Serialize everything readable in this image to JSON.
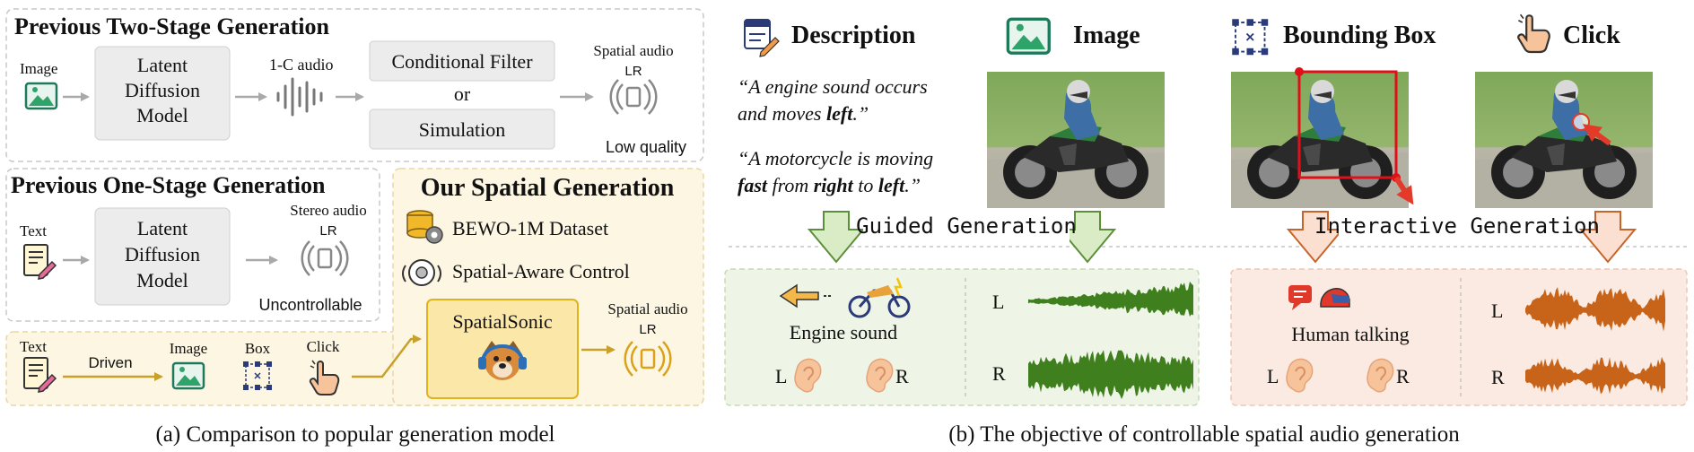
{
  "colors": {
    "gray_box_fill": "#ececec",
    "gray_box_stroke": "#cfcfcf",
    "dashed_gray": "#c8c8c8",
    "yellow_panel": "#fdf6e3",
    "yellow_box": "#fbe7a8",
    "yellow_stroke": "#e2b21a",
    "arrow_gold": "#c9a02a",
    "green": "#5c8f3a",
    "green_light": "#e9f2df",
    "green_wave": "#3f7f1e",
    "orange": "#c8642a",
    "orange_light": "#fbe6dc",
    "orange_wave": "#c8641a",
    "red_box": "#e0101a"
  },
  "left": {
    "two_stage": {
      "title": "Previous Two-Stage Generation",
      "input_label": "Image",
      "ldm_lines": [
        "Latent",
        "Diffusion",
        "Model"
      ],
      "audio_label": "1-C audio",
      "filter_label": "Conditional Filter",
      "or_label": "or",
      "simulation_label": "Simulation",
      "output_label": "Spatial audio",
      "quality_label": "Low quality"
    },
    "one_stage": {
      "title": "Previous One-Stage Generation",
      "input_label": "Text",
      "ldm_lines": [
        "Latent",
        "Diffusion",
        "Model"
      ],
      "output_label": "Stereo audio",
      "note": "Uncontrollable"
    },
    "ours": {
      "title": "Our Spatial Generation",
      "dataset_label": "BEWO-1M Dataset",
      "control_label": "Spatial-Aware Control",
      "text_label": "Text",
      "driven_label": "Driven",
      "image_label": "Image",
      "box_label": "Box",
      "click_label": "Click",
      "model_label": "SpatialSonic",
      "output_label": "Spatial audio"
    },
    "caption": "(a) Comparison to popular generation model"
  },
  "right": {
    "headers": {
      "description": "Description",
      "image": "Image",
      "bbox": "Bounding Box",
      "click": "Click"
    },
    "desc1_lines": [
      "“A engine sound occurs",
      "and moves ",
      "left",
      ".”"
    ],
    "desc2_lines": [
      "“A motorcycle is moving",
      "fast",
      " from ",
      "right",
      " to ",
      "left",
      ".”"
    ],
    "guided_label": "Guided Generation",
    "interactive_label": "Interactive Generation",
    "green_panel": {
      "sound_label": "Engine sound",
      "ear_left": "L",
      "ear_right": "R",
      "wave_left": "L",
      "wave_right": "R"
    },
    "orange_panel": {
      "sound_label": "Human talking",
      "ear_left": "L",
      "ear_right": "R",
      "wave_left": "L",
      "wave_right": "R"
    },
    "caption": "(b) The objective of controllable spatial audio generation"
  },
  "icons": {
    "image": "landscape-image-icon",
    "text": "text-document-icon",
    "box": "bounding-box-icon",
    "click": "pointing-hand-icon",
    "speaker": "spatial-speaker-icon",
    "waveform": "waveform-icon",
    "database": "database-gear-icon",
    "control": "spatial-control-icon",
    "dog": "dog-headphones-mascot-icon",
    "motorcycle": "motorcycle-icon",
    "ear": "ear-icon",
    "chat": "chat-bubble-icon",
    "helmet": "helmet-icon"
  }
}
